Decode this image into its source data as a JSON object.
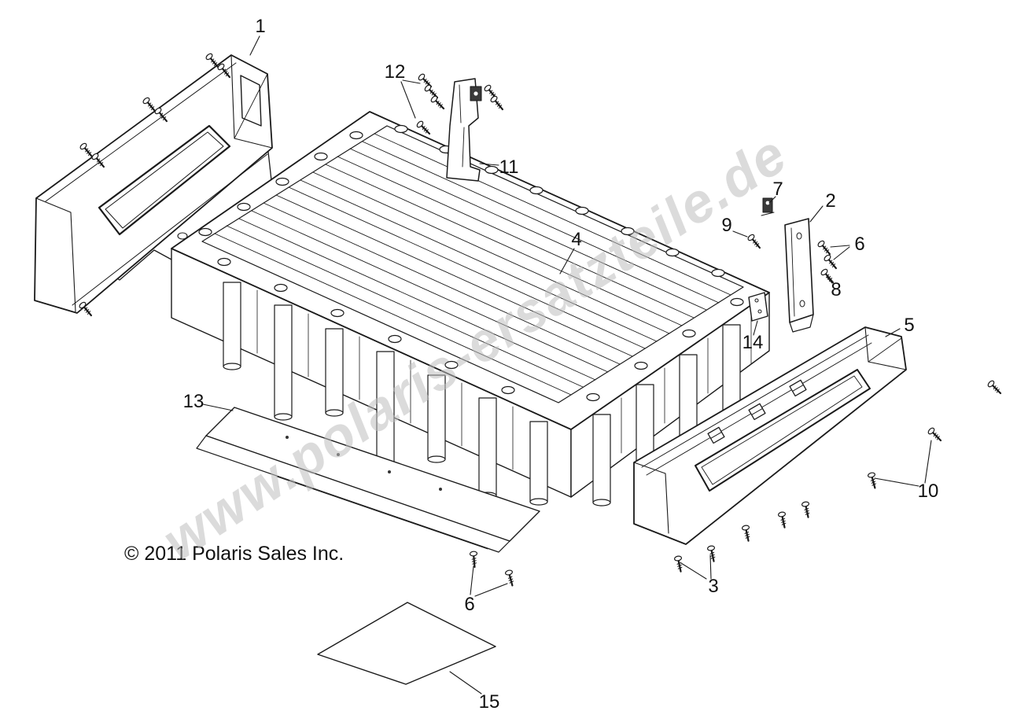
{
  "page": {
    "copyright": "© 2011 Polaris Sales Inc.",
    "watermark": "www.polaris-ersatzteile.de"
  },
  "callouts": [
    {
      "label": "1"
    },
    {
      "label": "12"
    },
    {
      "label": "11"
    },
    {
      "label": "4"
    },
    {
      "label": "7"
    },
    {
      "label": "9"
    },
    {
      "label": "2"
    },
    {
      "label": "6"
    },
    {
      "label": "8"
    },
    {
      "label": "14"
    },
    {
      "label": "5"
    },
    {
      "label": "10"
    },
    {
      "label": "13"
    },
    {
      "label": "3"
    },
    {
      "label": "6"
    },
    {
      "label": "15"
    }
  ],
  "colors": {
    "line": "#1a1a1a",
    "watermark": "#bfbfbf",
    "background": "#ffffff",
    "text": "#111111"
  }
}
